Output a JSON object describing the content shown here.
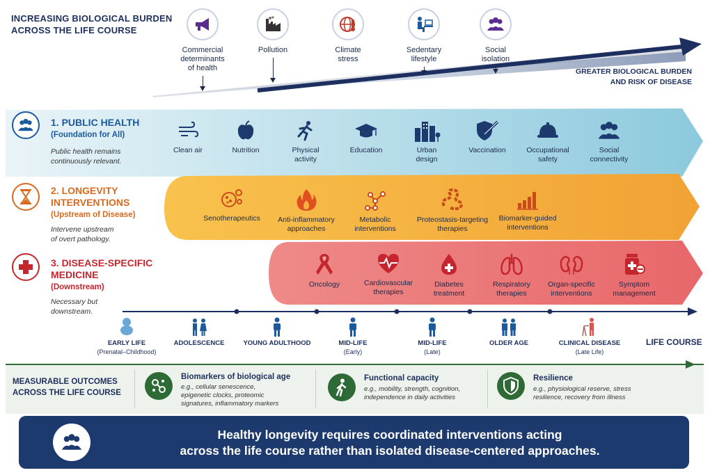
{
  "header": {
    "title_line1": "INCREASING BIOLOGICAL BURDEN",
    "title_line2": "ACROSS THE LIFE COURSE",
    "burden_line1": "GREATER BIOLOGICAL BURDEN",
    "burden_line2": "AND RISK OF DISEASE"
  },
  "factors": [
    {
      "label1": "Commercial",
      "label2": "determinants",
      "label3": "of health",
      "icon": "megaphone-icon"
    },
    {
      "label1": "Pollution",
      "label2": "",
      "label3": "",
      "icon": "factory-icon"
    },
    {
      "label1": "Climate",
      "label2": "stress",
      "label3": "",
      "icon": "globe-thermometer-icon"
    },
    {
      "label1": "Sedentary",
      "label2": "lifestyle",
      "label3": "",
      "icon": "desk-person-icon"
    },
    {
      "label1": "Social",
      "label2": "isolation",
      "label3": "",
      "icon": "group-icon"
    }
  ],
  "rows": {
    "public_health": {
      "title": "1. PUBLIC HEALTH",
      "subtitle": "(Foundation for All)",
      "desc1": "Public health remains",
      "desc2": "continuously relevant.",
      "color": "#9fd0e0",
      "items": [
        {
          "l1": "Clean air",
          "l2": ""
        },
        {
          "l1": "Nutrition",
          "l2": ""
        },
        {
          "l1": "Physical",
          "l2": "activity"
        },
        {
          "l1": "Education",
          "l2": ""
        },
        {
          "l1": "Urban",
          "l2": "design"
        },
        {
          "l1": "Vaccination",
          "l2": ""
        },
        {
          "l1": "Occupational",
          "l2": "safety"
        },
        {
          "l1": "Social",
          "l2": "connectivity"
        }
      ]
    },
    "longevity": {
      "title1": "2. LONGEVITY",
      "title2": "INTERVENTIONS",
      "subtitle": "(Upstream of Disease)",
      "desc1": "Intervene upstream",
      "desc2": "of overt pathology.",
      "color": "#f3a93a",
      "items": [
        {
          "l1": "Senotherapeutics",
          "l2": ""
        },
        {
          "l1": "Anti-inflammatory",
          "l2": "approaches"
        },
        {
          "l1": "Metabolic",
          "l2": "interventions"
        },
        {
          "l1": "Proteostasis-targeting",
          "l2": "therapies"
        },
        {
          "l1": "Biomarker-guided",
          "l2": "interventions"
        }
      ]
    },
    "disease": {
      "title1": "3. DISEASE-SPECIFIC",
      "title2": "MEDICINE",
      "subtitle": "(Downstream)",
      "desc1": "Necessary but",
      "desc2": "downstream.",
      "color": "#e8676a",
      "items": [
        {
          "l1": "Oncology",
          "l2": ""
        },
        {
          "l1": "Cardiovascular",
          "l2": "therapies"
        },
        {
          "l1": "Diabetes",
          "l2": "treatment"
        },
        {
          "l1": "Respiratory",
          "l2": "therapies"
        },
        {
          "l1": "Organ-specific",
          "l2": "interventions"
        },
        {
          "l1": "Symptom",
          "l2": "management"
        }
      ]
    }
  },
  "stages": [
    {
      "l1": "EARLY LIFE",
      "l2": "(Prenatal–Childhood)"
    },
    {
      "l1": "ADOLESCENCE",
      "l2": ""
    },
    {
      "l1": "YOUNG ADULTHOOD",
      "l2": ""
    },
    {
      "l1": "MID-LIFE",
      "l2": "(Early)"
    },
    {
      "l1": "MID-LIFE",
      "l2": "(Late)"
    },
    {
      "l1": "OLDER AGE",
      "l2": ""
    },
    {
      "l1": "CLINICAL DISEASE",
      "l2": "(Late Life)"
    }
  ],
  "life_course_label": "LIFE COURSE",
  "outcomes": {
    "heading1": "MEASURABLE OUTCOMES",
    "heading2": "ACROSS THE LIFE COURSE",
    "items": [
      {
        "title": "Biomarkers of biological age",
        "d1": "e.g., cellular senescence,",
        "d2": "epigenetic clocks, proteomic",
        "d3": "signatures, inflammatory markers"
      },
      {
        "title": "Functional capacity",
        "d1": "e.g., mobility, strength, cognition,",
        "d2": "independence in daily activities",
        "d3": ""
      },
      {
        "title": "Resilience",
        "d1": "e.g., physiological reserve, stress",
        "d2": "resilience, recovery from illness",
        "d3": ""
      }
    ]
  },
  "banner": {
    "line1": "Healthy longevity requires coordinated interventions acting",
    "line2": "across the life course rather than isolated disease-centered approaches."
  },
  "colors": {
    "navy": "#1c2f5e",
    "banner": "#1c3a6e",
    "green": "#2d6a35"
  }
}
